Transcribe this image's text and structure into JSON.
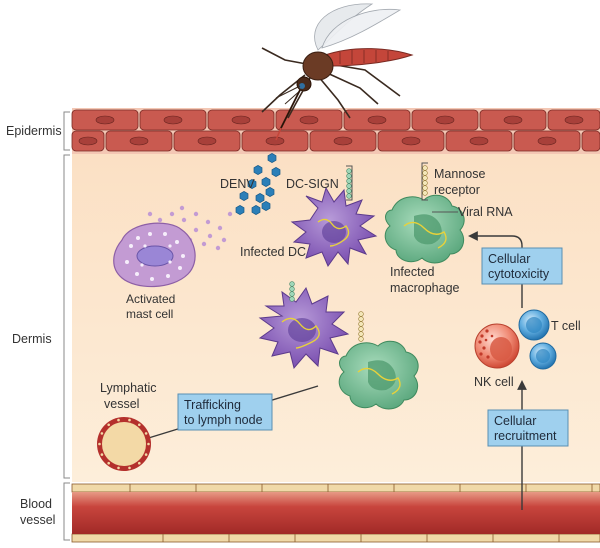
{
  "regions": {
    "epidermis": "Epidermis",
    "dermis": "Dermis",
    "blood_vessel": [
      "Blood",
      "vessel"
    ]
  },
  "labels": {
    "denv": "DENV",
    "dc_sign": "DC-SIGN",
    "mannose_receptor": [
      "Mannose",
      "receptor"
    ],
    "viral_rna": "Viral RNA",
    "infected_dc": "Infected DC",
    "infected_macrophage": [
      "Infected",
      "macrophage"
    ],
    "activated_mast_cell": [
      "Activated",
      "mast cell"
    ],
    "lymphatic_vessel": [
      "Lymphatic",
      "vessel"
    ],
    "t_cell": "T cell",
    "nk_cell": "NK cell"
  },
  "boxes": {
    "cellular_cytotoxicity": [
      "Cellular",
      "cytotoxicity"
    ],
    "trafficking": [
      "Trafficking",
      "to lymph node"
    ],
    "cellular_recruitment": [
      "Cellular",
      "recruitment"
    ]
  },
  "colors": {
    "skin_cell": "#c95a50",
    "dermis": "#fde8cf",
    "vessel": "#b4302c",
    "dc": "#8c62b8",
    "macrophage": "#6fb58c",
    "mast_cell": "#c39bd3",
    "virus": "#2b7fb8",
    "box_fill": "#9fd0ee",
    "nk_cell": "#e86a55",
    "t_cell": "#2f86c2"
  }
}
